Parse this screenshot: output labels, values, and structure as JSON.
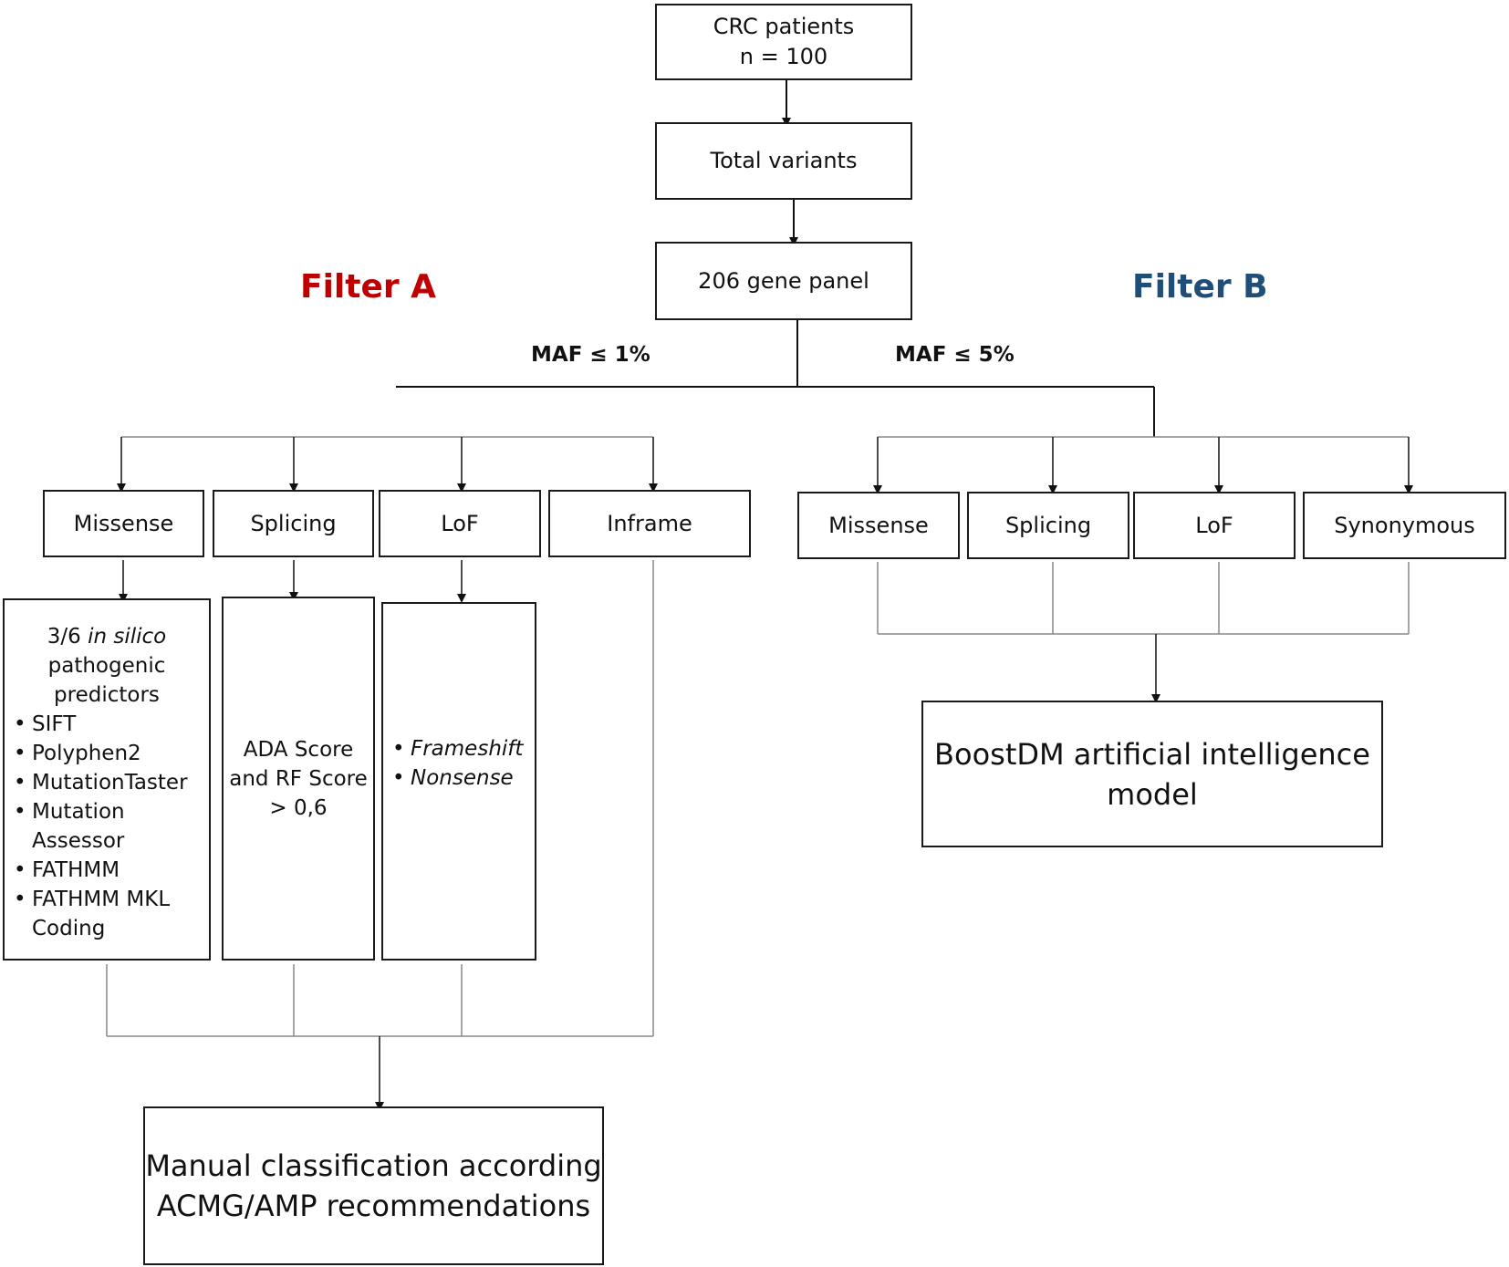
{
  "top": {
    "patients": {
      "line1": "CRC patients",
      "line2": "n = 100"
    },
    "total_variants": "Total variants",
    "gene_panel": "206 gene panel"
  },
  "filter_a": {
    "heading": "Filter A",
    "heading_color": "#C00000",
    "maf": "MAF ≤ 1%",
    "categories": [
      "Missense",
      "Splicing",
      "LoF",
      "Inframe"
    ],
    "missense_detail": {
      "intro_a": "3/6 ",
      "intro_b": "in silico",
      "intro_c": "pathogenic",
      "intro_d": "predictors",
      "items": [
        "SIFT",
        "Polyphen2",
        "MutationTaster",
        "Mutation Assessor",
        "FATHMM",
        "FATHMM MKL Coding"
      ]
    },
    "splicing_detail": {
      "line1": "ADA Score",
      "line2": "and RF Score",
      "line3": "> 0,6"
    },
    "lof_detail": {
      "items": [
        "Frameshift",
        "Nonsense"
      ]
    },
    "outcome": {
      "line1": "Manual classification according",
      "line2": "ACMG/AMP recommendations"
    }
  },
  "filter_b": {
    "heading": "Filter B",
    "heading_color": "#1F4E79",
    "maf": "MAF ≤ 5%",
    "categories": [
      "Missense",
      "Splicing",
      "LoF",
      "Synonymous"
    ],
    "outcome": {
      "line1": "BoostDM artificial intelligence",
      "line2": "model"
    }
  }
}
